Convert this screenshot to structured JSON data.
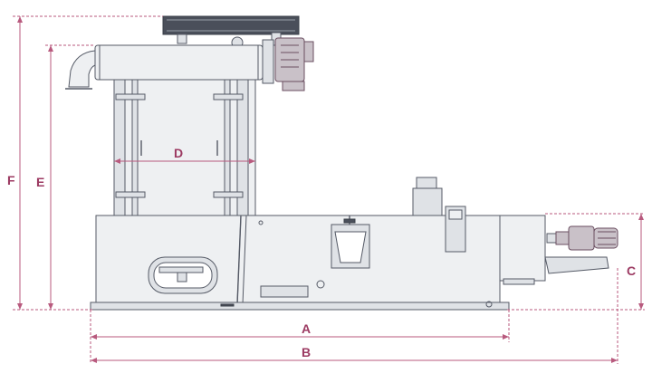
{
  "diagram": {
    "colors": {
      "machine_line": "#555a66",
      "machine_fill": "#dfe2e6",
      "motor_fill": "#c9c1c8",
      "dimension_line": "#b85a7e",
      "dimension_text": "#9c3a62"
    },
    "dimension_labels": {
      "a": "A",
      "b": "B",
      "c": "C",
      "d": "D",
      "e": "E",
      "f": "F"
    }
  }
}
